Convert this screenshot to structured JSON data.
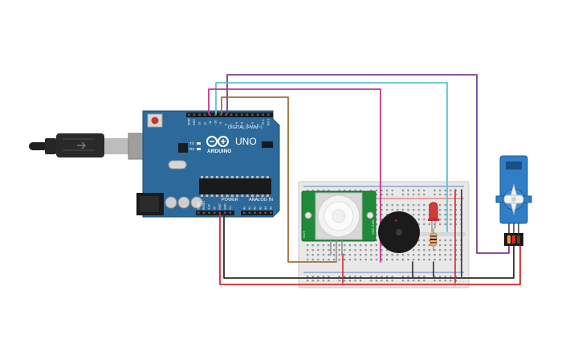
{
  "arduino": {
    "brand": "ARDUINO",
    "model": "UNO",
    "digital_label": "DIGITAL (PWM~)",
    "power_label": "POWER",
    "analog_label": "ANALOG IN",
    "led_tx": "TX",
    "led_rx": "RX",
    "header_top_labels": [
      "AREF",
      "GND",
      "13",
      "12",
      "~11",
      "~10",
      "~9",
      "8",
      "7",
      "~6",
      "~5",
      "4",
      "~3",
      "2",
      "TX 1",
      "RX 0"
    ],
    "header_power_labels": [
      "IOREF",
      "RESET",
      "3.3V",
      "5V",
      "GND",
      "GND",
      "Vin"
    ],
    "header_analog_labels": [
      "A0",
      "A1",
      "A2",
      "A3",
      "A4",
      "A5"
    ]
  },
  "pir": {
    "label_left": "OUT",
    "label_right": "VCC GND"
  },
  "colors": {
    "board_blue": "#2c6a9b",
    "wire_red": "#d42a2a",
    "wire_black": "#2b2b2b",
    "wire_purple": "#7d3a8c",
    "wire_cyan": "#5fc3cf",
    "wire_magenta": "#c0368f",
    "wire_brown": "#a0703a",
    "servo_blue": "#2f7fc6",
    "breadboard": "#e9e9e9",
    "pir_green": "#1f8a3a"
  },
  "icons": [
    "usb-cable-icon",
    "reset-button-icon",
    "buzzer-icon",
    "led-icon",
    "resistor-icon",
    "servo-icon",
    "pir-sensor-icon"
  ]
}
